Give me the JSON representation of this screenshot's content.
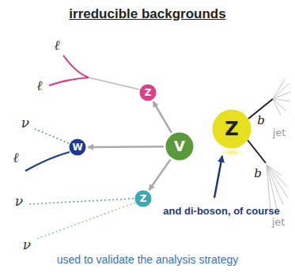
{
  "diagram": {
    "title": "irreducible backgrounds",
    "caption": "used to validate the analysis strategy",
    "nodes": [
      {
        "text": [
          "Z"
        ]
      },
      {
        "text": [
          "W"
        ]
      },
      {
        "text": [
          "Z"
        ]
      },
      {
        "text": [
          "V"
        ]
      },
      {
        "text": [
          "Z"
        ]
      }
    ],
    "edges": [
      {
        "from": 3,
        "to": 0,
        "arrow": "to"
      },
      {
        "from": 3,
        "to": 1,
        "arrow": "to"
      },
      {
        "from": 3,
        "to": 2,
        "arrow": "to"
      }
    ],
    "labels": [
      "ℓ",
      "ℓ",
      "ℓ",
      "ν",
      "ν",
      "ν",
      "b",
      "b",
      "jet",
      "jet",
      "and di-boson, of course"
    ]
  }
}
